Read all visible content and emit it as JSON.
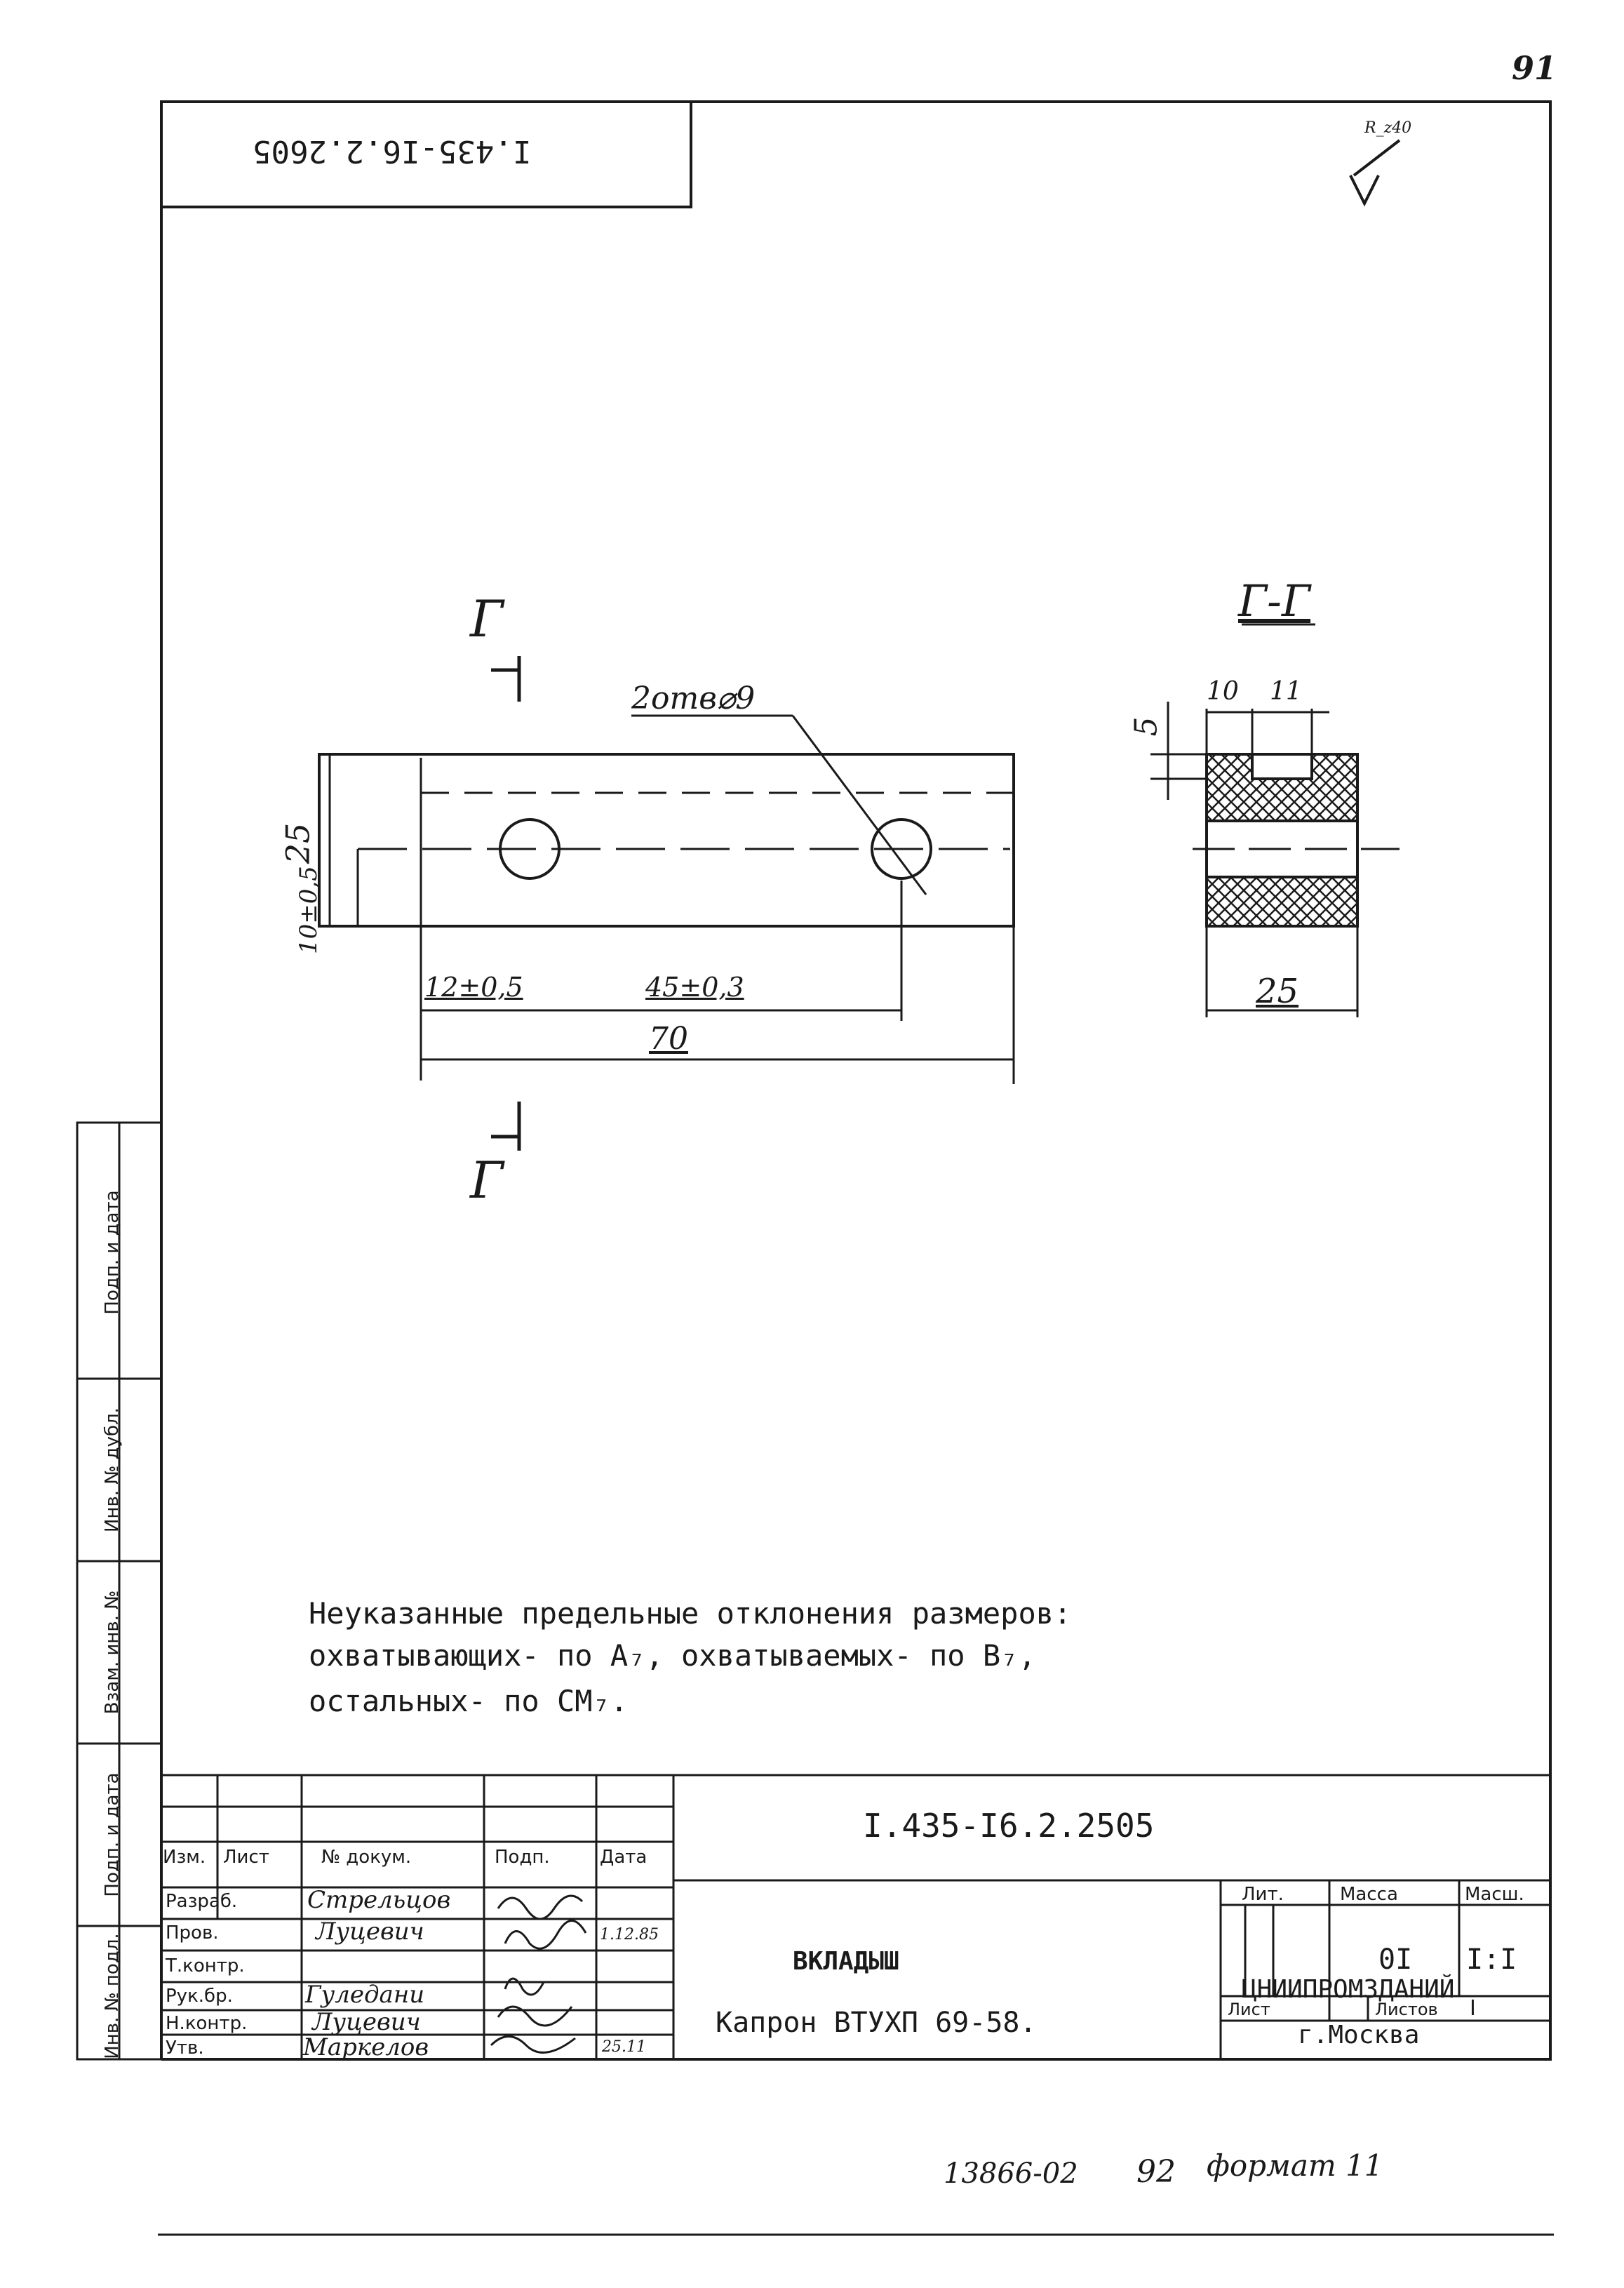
{
  "page_number": "91",
  "stamp_top": "I.435-I6.2.2605",
  "roughness": "R_z40",
  "section_label": "Г",
  "section_view_title": "Г-Г",
  "callout_holes": "2отв⌀9",
  "dims": {
    "height": "25",
    "offset_vertical": "10±0,5",
    "hole1_x": "12±0,5",
    "hole_spacing": "45±0,3",
    "length": "70",
    "section_a": "10",
    "section_b": "11",
    "section_c": "5",
    "section_width": "25"
  },
  "note_lines": [
    "Неуказанные предельные отклонения размеров:",
    "охватывающих- по  A₇, охватываемых- по B₇,",
    "остальных- по CM₇."
  ],
  "side_stamp": [
    "Подп. и дата",
    "Инв. № дубл.",
    "Взам. инв. №",
    "Подп. и дата",
    "Инв. № подл."
  ],
  "title_block": {
    "designation": "I.435-I6.2.2505",
    "name": "ВКЛАДЫШ",
    "material": "Капрон ВТУХП 69-58.",
    "org_line1": "ЦНИИПРОМЗДАНИЙ",
    "org_line2": "г.Москва",
    "hdr_lit": "Лит.",
    "hdr_mass": "Масса",
    "hdr_scale": "Масш.",
    "mass_value": "0I",
    "scale_value": "I:I",
    "sheet_label": "Лист",
    "sheets_label": "Листов",
    "sheets_value": "I",
    "col_headers": [
      "Изм.",
      "Лист",
      "№ докум.",
      "Подп.",
      "Дата"
    ],
    "roles": [
      {
        "role": "Разраб.",
        "name": "Стрельцов",
        "date": ""
      },
      {
        "role": "Пров.",
        "name": "Луцевич",
        "date": "1.12.85"
      },
      {
        "role": "Т.контр.",
        "name": "",
        "date": ""
      },
      {
        "role": "Рук.бр.",
        "name": "Гуледани",
        "date": ""
      },
      {
        "role": "Н.контр.",
        "name": "Луцевич",
        "date": ""
      },
      {
        "role": "Утв.",
        "name": "Маркелов",
        "date": "25.11"
      }
    ]
  },
  "footer": {
    "archive_no": "13866-02",
    "page_no": "92",
    "format": "формат 11"
  }
}
